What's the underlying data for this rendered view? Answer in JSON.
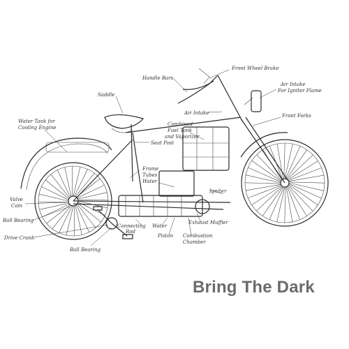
{
  "title": "Bring The Dark",
  "labels": {
    "handle_bars": "Handle Bars",
    "front_wheel_brake": "Front Wheel Brake",
    "air_intake_igniter": "Air Intake",
    "air_intake_igniter_2": "For Igniter Flame",
    "saddle": "Saddle",
    "air_intake": "Air Intake",
    "front_forks": "Front Forks",
    "water_tank": "Water Tank for",
    "water_tank_2": "Cooling Engine",
    "combined_fuel": "Combined",
    "combined_fuel_2": "Fuel Tank",
    "combined_fuel_3": "and Vaporizer",
    "seat_post": "Seat Post",
    "frame_tubes": "Frame",
    "frame_tubes_2": "Tubes",
    "water_upper": "Water",
    "igniter": "Igniter",
    "valve_cam": "Valve",
    "valve_cam_2": "Cam",
    "ball_bearing_left": "Ball Bearing",
    "connecting_rod": "Connecting",
    "connecting_rod_2": "Rod",
    "water_lower": "Water",
    "exhaust_muffler": "Exhaust Muffler",
    "drive_crank": "Drive Crank",
    "piston": "Piston",
    "combustion_chamber": "Combustion",
    "combustion_chamber_2": "Chamber",
    "ball_bearing_bottom": "Ball Bearing"
  }
}
